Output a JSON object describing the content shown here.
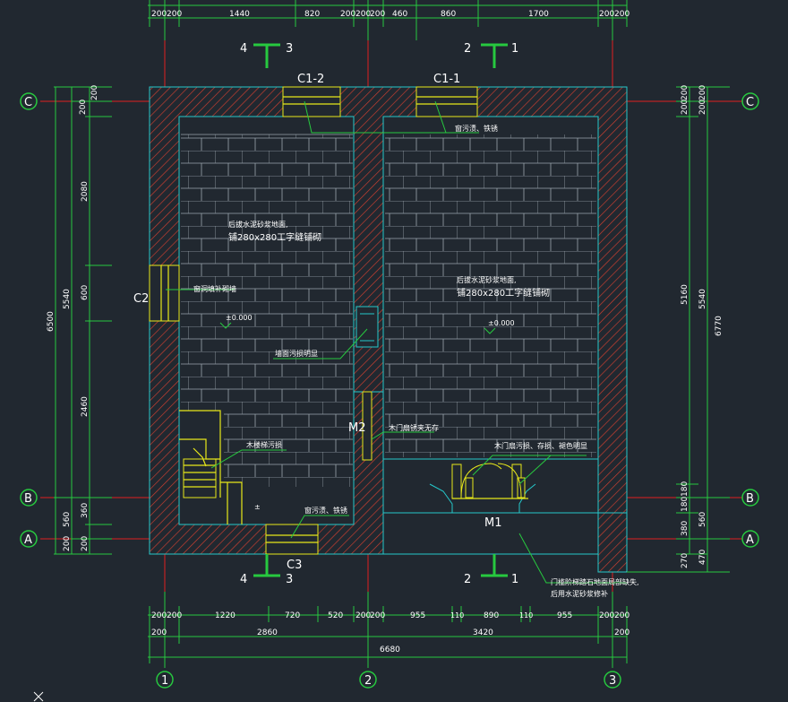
{
  "top_dims": {
    "row1": [
      "200",
      "200",
      "1440",
      "820",
      "200",
      "200",
      "200",
      "460",
      "860",
      "1700",
      "200",
      "200"
    ]
  },
  "bottom_dims": {
    "row1": [
      "200",
      "200",
      "1220",
      "720",
      "520",
      "200",
      "200",
      "955",
      "110",
      "890",
      "110",
      "955",
      "200",
      "200"
    ],
    "row2": [
      "200",
      "2860",
      "3420",
      "200"
    ],
    "total": "6680"
  },
  "left_dims": {
    "inner": [
      "200",
      "200",
      "2080",
      "600",
      "2460",
      "360",
      "560",
      "200",
      "200"
    ],
    "mid": "5540",
    "outer": "6500"
  },
  "right_dims": {
    "inner": [
      "200",
      "200",
      "5160",
      "180",
      "180",
      "380",
      "270",
      "200",
      "200"
    ],
    "mid_a": "560",
    "mid_b": "470",
    "mid": "5540",
    "outer": "6770"
  },
  "axes": {
    "rows": [
      "C",
      "B",
      "A"
    ],
    "cols": [
      "1",
      "2",
      "3"
    ]
  },
  "sections": {
    "top_left": [
      "4",
      "3"
    ],
    "top_right": [
      "2",
      "1"
    ],
    "bottom_left": [
      "4",
      "3"
    ],
    "bottom_right": [
      "2",
      "1"
    ]
  },
  "openings": {
    "c1_2": "C1-2",
    "c1_1": "C1-1",
    "c2": "C2",
    "c3": "C3",
    "m2": "M2",
    "m1": "M1"
  },
  "notes": {
    "window_top": "窗污渍、铁锈",
    "floor_left_1": "后拔水泥砂浆地面,",
    "floor_left_2": "铺280x280工字缝铺砌",
    "window_left": "窗洞填补砌墙",
    "level_left": "±0.000",
    "floor_right_1": "后拔水泥砂浆地面,",
    "floor_right_2": "铺280x280工字缝铺砌",
    "level_right": "±0.000",
    "wall_center": "墙面污损明显",
    "door_m2": "木门扇锈夹无存",
    "stair": "木楼梯污损",
    "door_m1": "木门扇污损、存损、褪色明显",
    "window_bottom": "窗污渍、铁锈",
    "step_1": "门槛阶梯踏石地面局部缺失,",
    "step_2": "后用水泥砂浆修补"
  }
}
